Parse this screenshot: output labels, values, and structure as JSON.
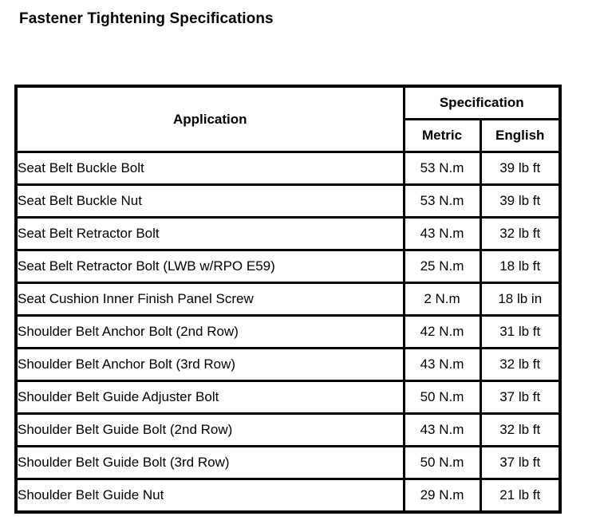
{
  "page": {
    "title": "Fastener Tightening Specifications",
    "background_color": "#ffffff",
    "text_color": "#000000"
  },
  "table": {
    "headers": {
      "application": "Application",
      "specification": "Specification",
      "metric": "Metric",
      "english": "English"
    },
    "rows": [
      {
        "application": "Seat Belt Buckle Bolt",
        "metric": "53 N.m",
        "english": "39 lb ft"
      },
      {
        "application": "Seat Belt Buckle Nut",
        "metric": "53 N.m",
        "english": "39 lb ft"
      },
      {
        "application": "Seat Belt Retractor Bolt",
        "metric": "43 N.m",
        "english": "32 lb ft"
      },
      {
        "application": "Seat Belt Retractor Bolt (LWB w/RPO E59)",
        "metric": "25 N.m",
        "english": "18 lb ft"
      },
      {
        "application": "Seat Cushion Inner Finish Panel Screw",
        "metric": "2 N.m",
        "english": "18 lb in"
      },
      {
        "application": "Shoulder Belt Anchor Bolt (2nd Row)",
        "metric": "42 N.m",
        "english": "31 lb ft"
      },
      {
        "application": "Shoulder Belt Anchor Bolt (3rd Row)",
        "metric": "43 N.m",
        "english": "32 lb ft"
      },
      {
        "application": "Shoulder Belt Guide Adjuster Bolt",
        "metric": "50 N.m",
        "english": "37 lb ft"
      },
      {
        "application": "Shoulder Belt Guide Bolt (2nd Row)",
        "metric": "43 N.m",
        "english": "32 lb ft"
      },
      {
        "application": "Shoulder Belt Guide Bolt (3rd Row)",
        "metric": "50 N.m",
        "english": "37 lb ft"
      },
      {
        "application": "Shoulder Belt Guide Nut",
        "metric": "29 N.m",
        "english": "21 lb ft"
      }
    ]
  }
}
